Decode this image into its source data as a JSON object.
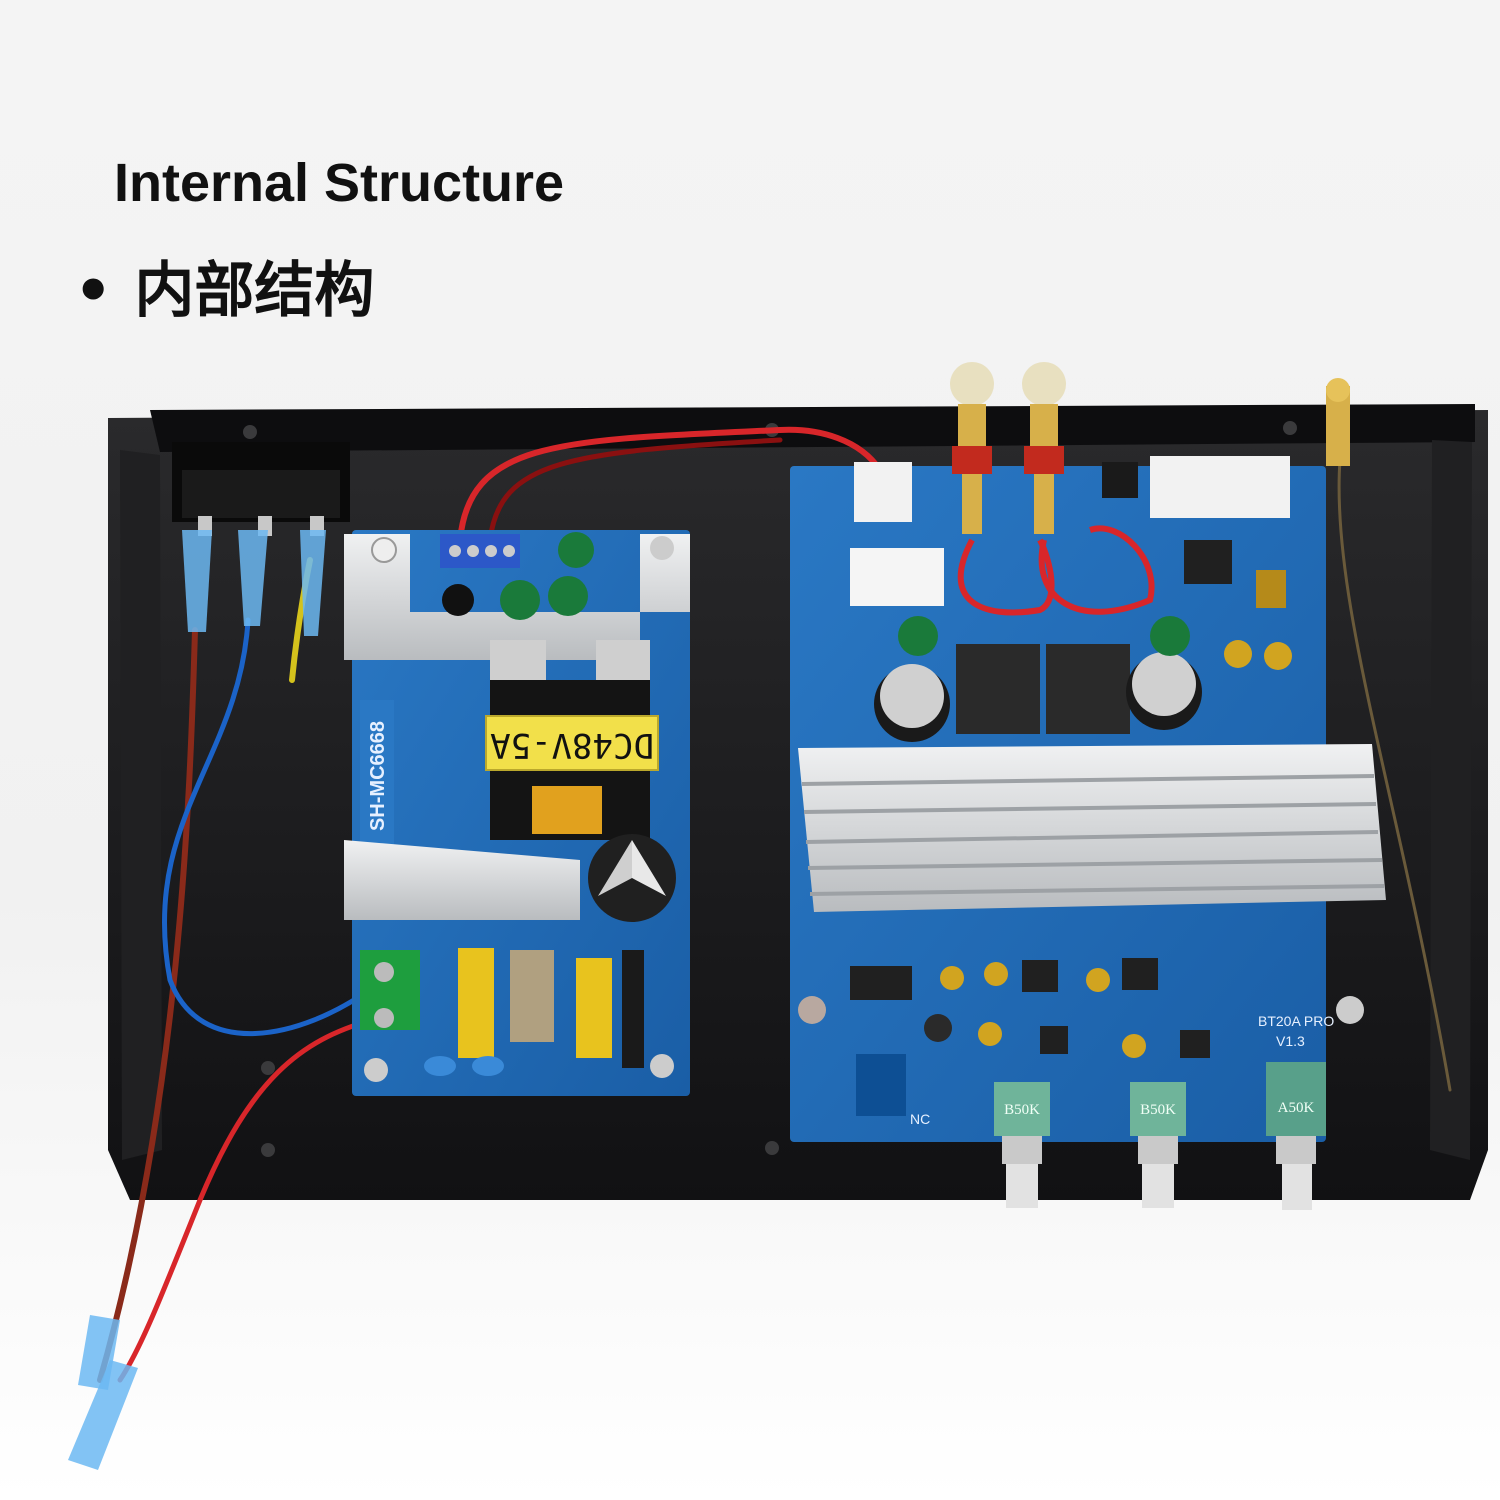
{
  "heading": {
    "title": "Internal Structure",
    "subtitle_bullet": "•",
    "subtitle": "内部结构"
  },
  "psu": {
    "model_label": "SH-MC6668",
    "output_label": "DC48V-5A"
  },
  "amp_board": {
    "model_label": "BT20A PRO",
    "version_label": "V1.3",
    "nc_label": "NC",
    "knobs": [
      {
        "label": "B50K"
      },
      {
        "label": "B50K"
      },
      {
        "label": "A50K"
      }
    ]
  },
  "colors": {
    "chassis": "#1b1b1d",
    "pcb": "#1f69b4",
    "heatsink": "#d8dadc",
    "wire_red": "#d8262a",
    "wire_blue": "#1b63c8",
    "wire_brown": "#8a2a1a"
  }
}
